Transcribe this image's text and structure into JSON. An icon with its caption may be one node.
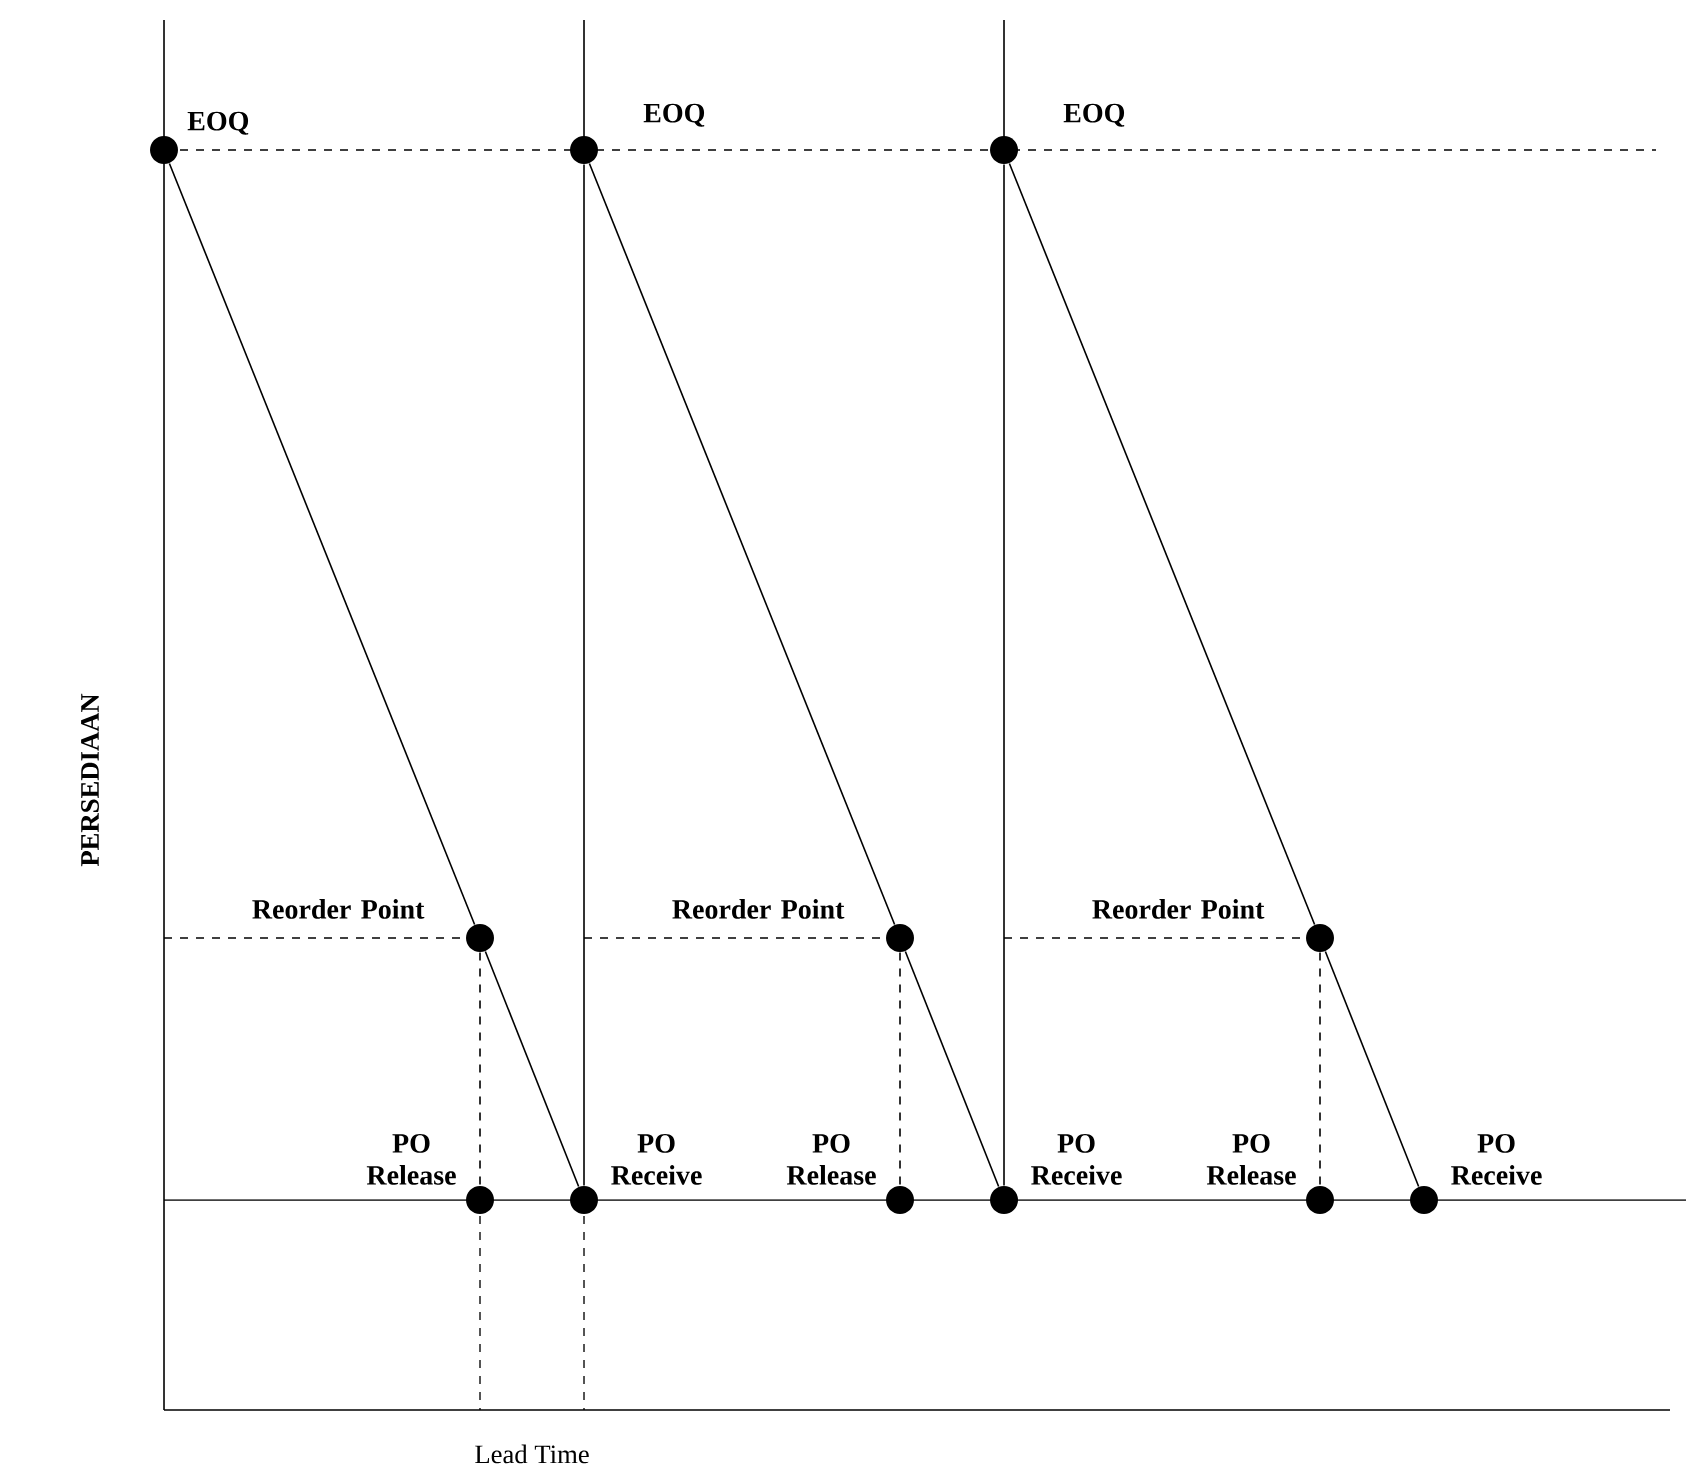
{
  "diagram": {
    "nodes": [
      {
        "text": [
          "EOQ"
        ]
      },
      {
        "text": [
          "EOQ"
        ]
      },
      {
        "text": [
          "EOQ"
        ]
      },
      {
        "text": [
          "Reorder Point"
        ]
      },
      {
        "text": [
          "Reorder Point"
        ]
      },
      {
        "text": [
          "Reorder Point"
        ]
      },
      {
        "text": [
          "PO Release"
        ]
      },
      {
        "text": [
          "PO Receive"
        ]
      },
      {
        "text": [
          "PO Release"
        ]
      },
      {
        "text": [
          "PO Receive"
        ]
      },
      {
        "text": [
          "PO Release"
        ]
      },
      {
        "text": [
          "PO Receive"
        ]
      }
    ],
    "edges": [
      {
        "from": 0,
        "to": 3,
        "arrow": "none"
      },
      {
        "from": 3,
        "to": 7,
        "arrow": "none"
      },
      {
        "from": 7,
        "to": 1,
        "arrow": "none"
      },
      {
        "from": 1,
        "to": 4,
        "arrow": "none"
      },
      {
        "from": 4,
        "to": 9,
        "arrow": "none"
      },
      {
        "from": 9,
        "to": 2,
        "arrow": "none"
      },
      {
        "from": 2,
        "to": 5,
        "arrow": "none"
      },
      {
        "from": 5,
        "to": 11,
        "arrow": "none"
      },
      {
        "from": 3,
        "to": 6,
        "arrow": "none",
        "style": "dashed"
      },
      {
        "from": 4,
        "to": 8,
        "arrow": "none",
        "style": "dashed"
      },
      {
        "from": 5,
        "to": 10,
        "arrow": "none",
        "style": "dashed"
      },
      {
        "from": null,
        "to": 3,
        "arrow": "none",
        "style": "dashed"
      },
      {
        "from": null,
        "to": 4,
        "arrow": "none",
        "style": "dashed"
      },
      {
        "from": null,
        "to": 5,
        "arrow": "none",
        "style": "dashed"
      }
    ],
    "labels": [
      "PERSEDIAAN",
      "Lead Time"
    ]
  }
}
